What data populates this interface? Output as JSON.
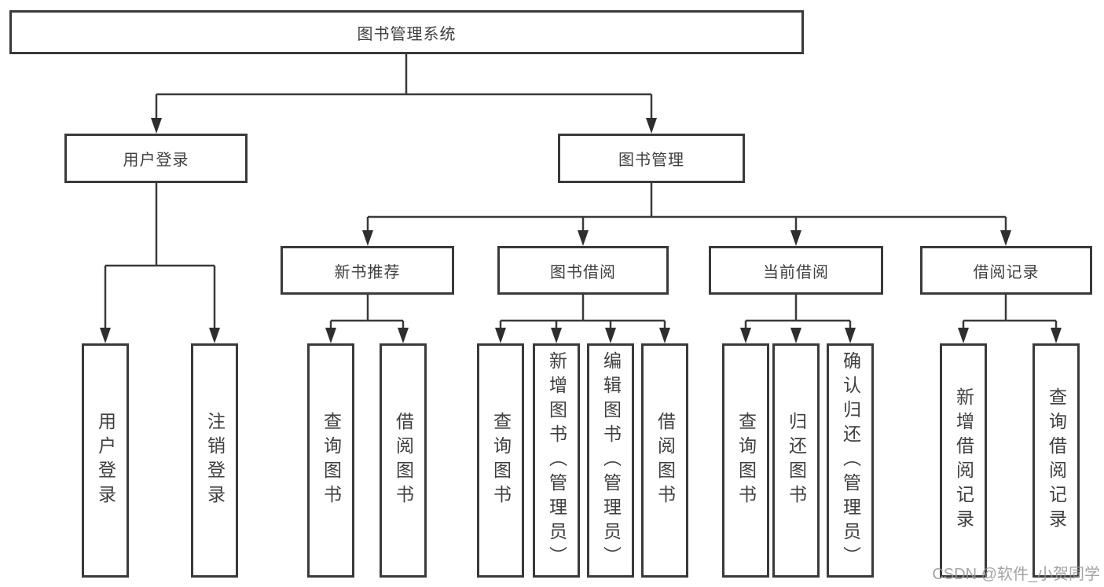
{
  "tree": {
    "label": "图书管理系统",
    "children": [
      {
        "label": "用户登录",
        "children": [
          {
            "label": "用户登录"
          },
          {
            "label": "注销登录"
          }
        ]
      },
      {
        "label": "图书管理",
        "children": [
          {
            "label": "新书推荐",
            "children": [
              {
                "label": "查询图书"
              },
              {
                "label": "借阅图书"
              }
            ]
          },
          {
            "label": "图书借阅",
            "children": [
              {
                "label": "查询图书"
              },
              {
                "label": "新增图书（管理员）"
              },
              {
                "label": "编辑图书（管理员）"
              },
              {
                "label": "借阅图书"
              }
            ]
          },
          {
            "label": "当前借阅",
            "children": [
              {
                "label": "查询图书"
              },
              {
                "label": "归还图书"
              },
              {
                "label": "确认归还（管理员）"
              }
            ]
          },
          {
            "label": "借阅记录",
            "children": [
              {
                "label": "新增借阅记录"
              },
              {
                "label": "查询借阅记录"
              }
            ]
          }
        ]
      }
    ]
  },
  "watermark": {
    "text": "CSDN @软件_小贺同学"
  },
  "colors": {
    "background": "#ffffff",
    "line": "#3a3a3a",
    "box_border": "#3a3a3a",
    "text": "#3f3f3f",
    "watermark": "#949494"
  }
}
